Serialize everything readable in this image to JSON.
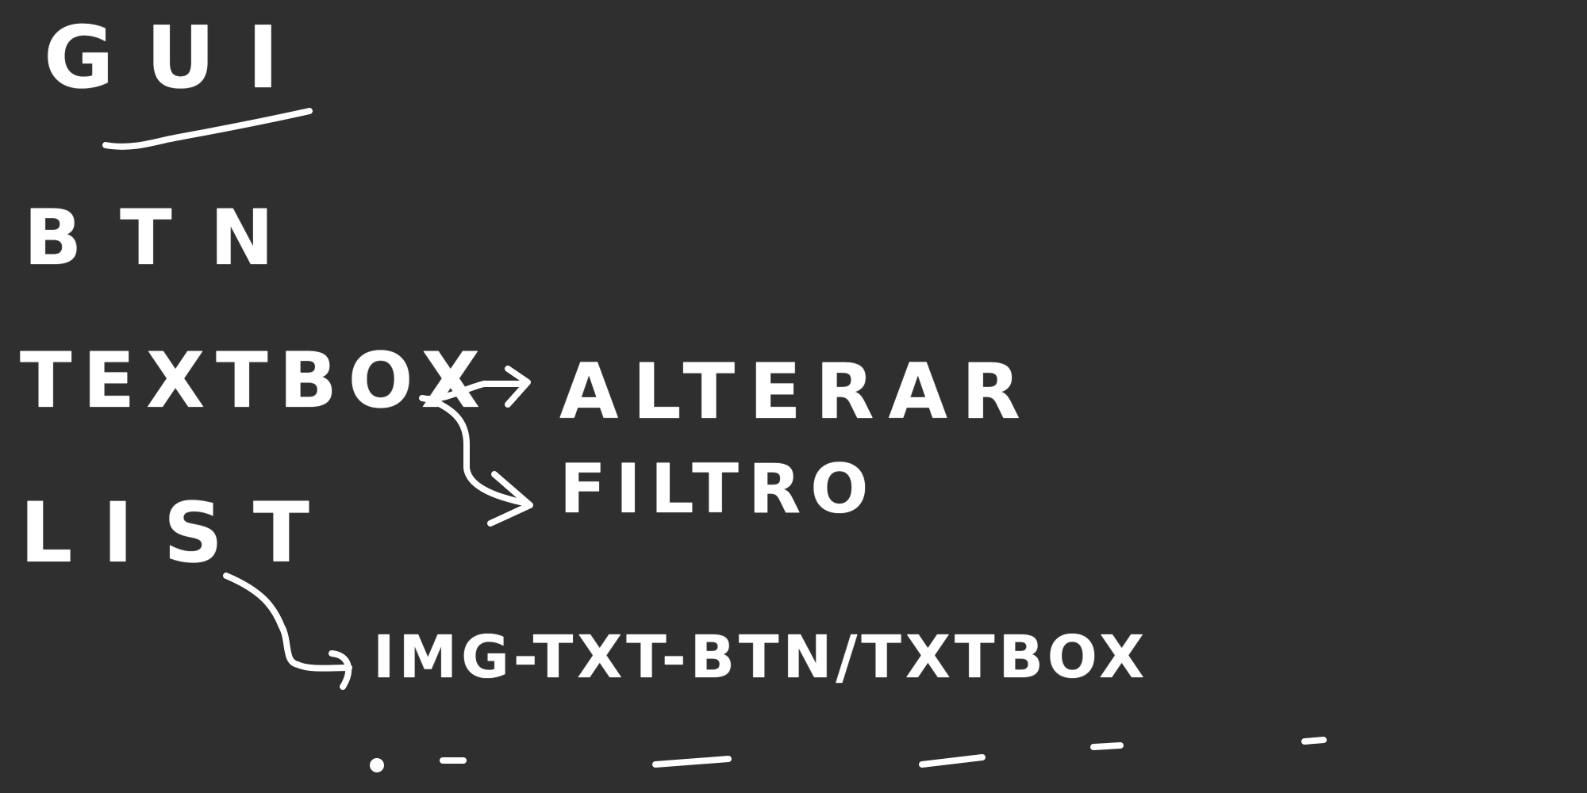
{
  "title": "GUI",
  "items": {
    "btn": "BTN",
    "textbox": "TEXTBOX",
    "list": "LIST"
  },
  "textbox_branches": [
    "ALTERAR",
    "FILTRO"
  ],
  "list_row": "IMG-TXT-BTN/TXTBOX",
  "colors": {
    "background": "#2f2f2f",
    "ink": "#ffffff"
  }
}
